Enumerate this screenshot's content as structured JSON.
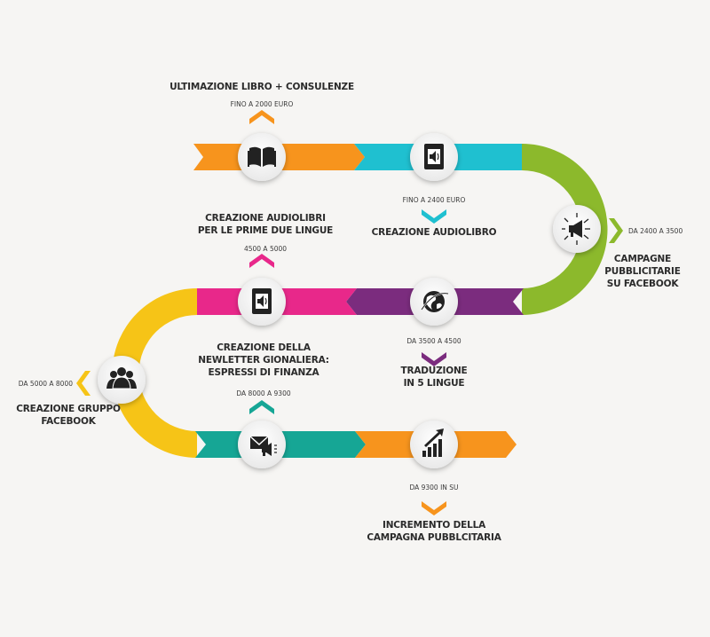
{
  "colors": {
    "orange": "#f7941d",
    "cyan": "#1fc0d0",
    "green": "#8cb92c",
    "purple": "#7b2c7e",
    "magenta": "#e8288a",
    "yellow": "#f6c417",
    "teal": "#16a695",
    "dark_icon": "#222222"
  },
  "steps": [
    {
      "id": "step1",
      "title": "ULTIMAZIONE LIBRO + CONSULENZE",
      "price": "FINO A 2000 EURO",
      "icon": "open-book-icon",
      "color": "#f7941d"
    },
    {
      "id": "step2",
      "title": "CREAZIONE AUDIOLIBRO",
      "price": "FINO A 2400 EURO",
      "icon": "audiobook-icon",
      "color": "#1fc0d0"
    },
    {
      "id": "step3",
      "title": "CAMPAGNE PUBBLICITARIE\nSU FACEBOOK",
      "price": "DA 2400 A 3500",
      "icon": "megaphone-icon",
      "color": "#8cb92c"
    },
    {
      "id": "step4",
      "title": "TRADUZIONE\nIN 5 LINGUE",
      "price": "DA 3500 A 4500",
      "icon": "globe-icon",
      "color": "#7b2c7e"
    },
    {
      "id": "step5",
      "title": "CREAZIONE AUDIOLIBRI\nPER LE PRIME DUE LINGUE",
      "price": "4500 A 5000",
      "icon": "audiobook-icon",
      "color": "#e8288a"
    },
    {
      "id": "step6",
      "title": "CREAZIONE GRUPPO\nFACEBOOK",
      "price": "DA 5000 A 8000",
      "icon": "group-icon",
      "color": "#f6c417"
    },
    {
      "id": "step7",
      "title": "CREAZIONE DELLA\nNEWLETTER GIONALIERA:\nESPRESSI DI FINANZA",
      "price": "DA 8000 A 9300",
      "icon": "newsletter-icon",
      "color": "#16a695"
    },
    {
      "id": "step8",
      "title": "INCREMENTO DELLA\nCAMPAGNA PUBBLCITARIA",
      "price": "DA 9300 IN SU",
      "icon": "growth-chart-icon",
      "color": "#f7941d"
    }
  ]
}
